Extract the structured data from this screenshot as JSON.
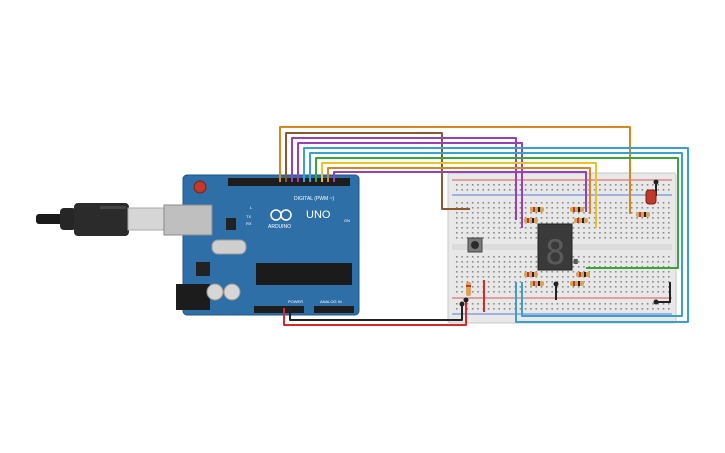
{
  "arduino": {
    "brand": "UNO",
    "maker": "ARDUINO",
    "digital_header": "DIGITAL (PWM ~)",
    "power_header": "POWER",
    "analog_header": "ANALOG IN",
    "led_l": "L",
    "led_tx": "TX",
    "led_rx": "RX",
    "on_label": "ON"
  },
  "display": {
    "digit": "8."
  },
  "colors": {
    "board": "#2f6fa8",
    "breadboard": "#e8e8e8",
    "wire_orange": "#d9861c",
    "wire_brown": "#8b5a2b",
    "wire_purple": "#9b3fb5",
    "wire_blue": "#3aa0d0",
    "wire_green": "#3aa53a",
    "wire_yellow": "#e6c32a",
    "wire_black": "#222222",
    "wire_red": "#d42a2a"
  }
}
